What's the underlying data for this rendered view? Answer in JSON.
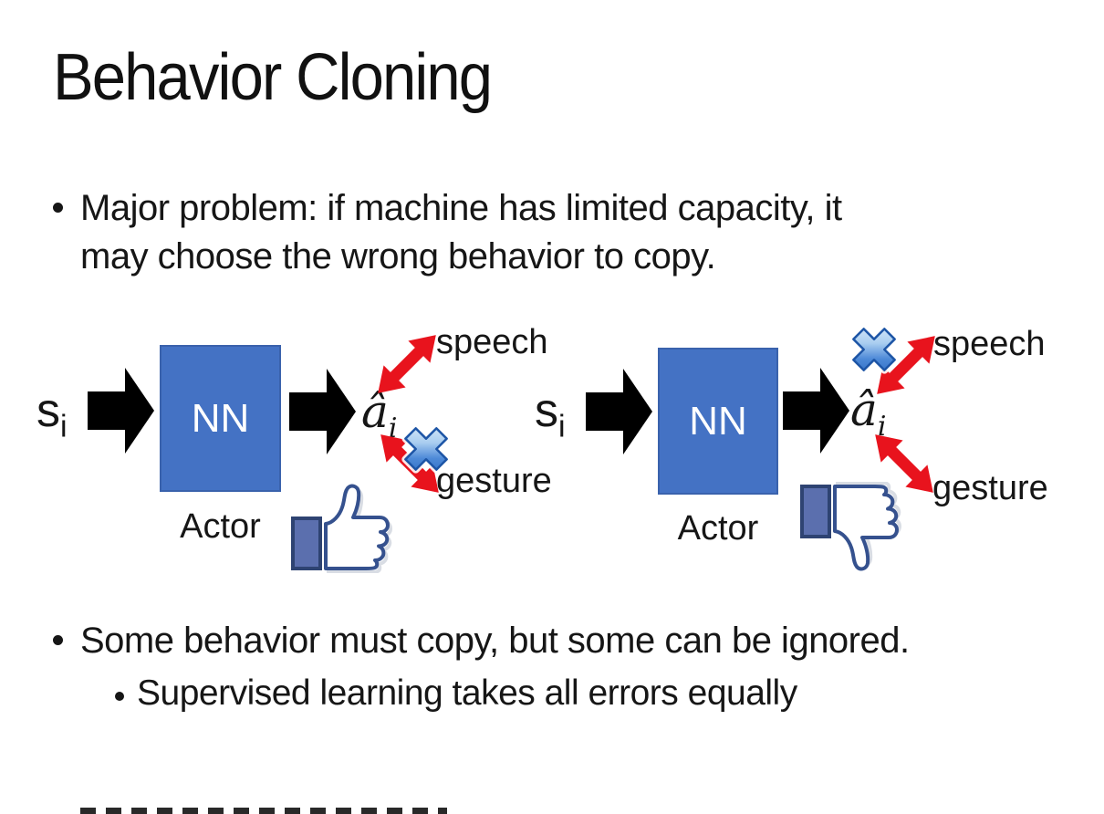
{
  "slide": {
    "title": "Behavior Cloning",
    "bullet1": {
      "line1": "Major problem: if machine has limited capacity, it",
      "line2": "may choose the wrong behavior to copy."
    },
    "bullet2": "Some behavior must copy, but some can be ignored.",
    "bullet2_sub": "Supervised learning takes all errors equally"
  },
  "diagram_left": {
    "input_base": "s",
    "input_sub": "i",
    "box_label": "NN",
    "caption": "Actor",
    "output_base": "â",
    "output_sub": "i",
    "branch_top_label": "speech",
    "branch_bottom_label": "gesture",
    "crossed_out": "gesture",
    "feedback_icon": "thumbs-up"
  },
  "diagram_right": {
    "input_base": "s",
    "input_sub": "i",
    "box_label": "NN",
    "caption": "Actor",
    "output_base": "â",
    "output_sub": "i",
    "branch_top_label": "speech",
    "branch_bottom_label": "gesture",
    "crossed_out": "speech",
    "feedback_icon": "thumbs-down"
  },
  "colors": {
    "text": "#161616",
    "nn_box_fill": "#4472C4",
    "nn_box_border": "#3A62AC",
    "arrow_black": "#000000",
    "arrow_red": "#E8131D",
    "cross_blue_border": "#1D55A6",
    "thumb_outline": "#35518E",
    "thumb_cuff": "#5B6FAE"
  }
}
